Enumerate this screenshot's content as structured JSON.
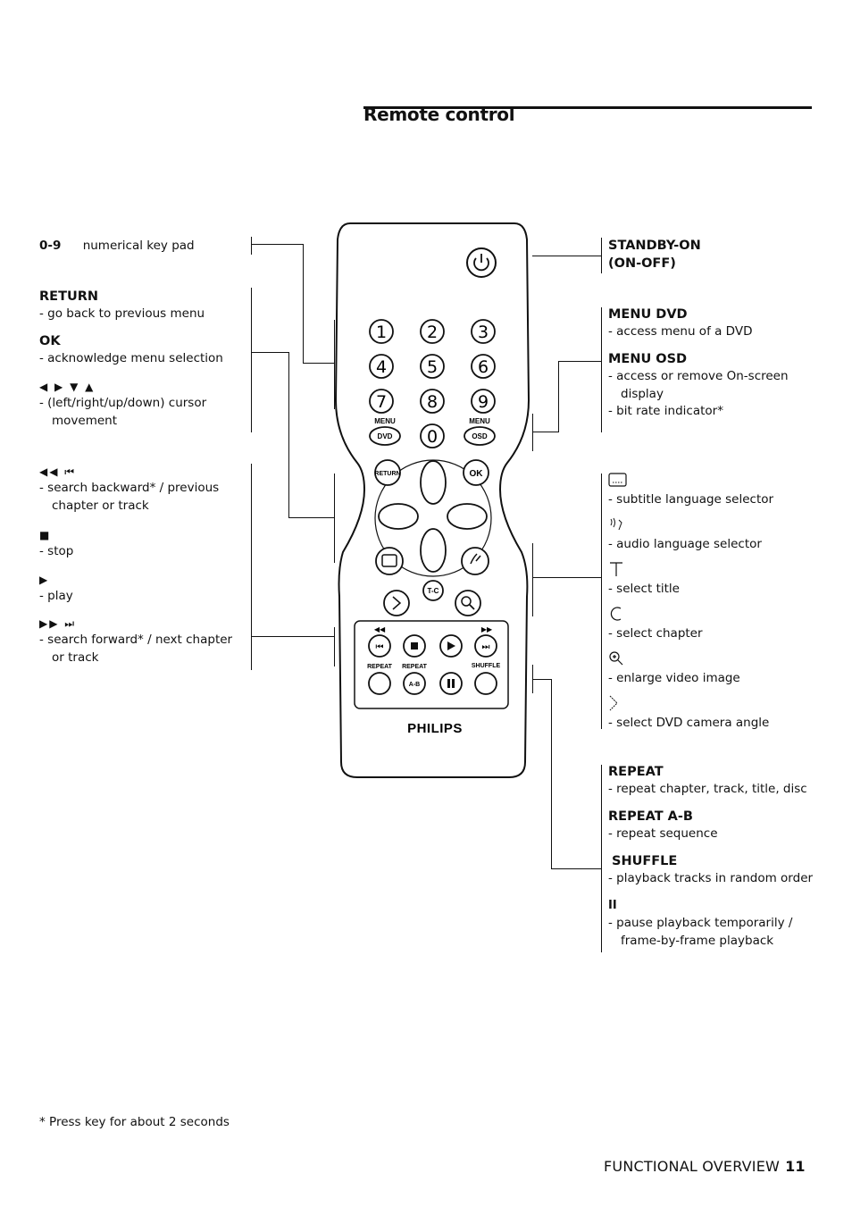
{
  "page": {
    "title": "Remote control",
    "footnote": "* Press key for about 2 seconds",
    "footer_section": "FUNCTIONAL OVERVIEW",
    "footer_page": "11"
  },
  "left": {
    "keypad_key": "0-9",
    "keypad_desc": "numerical key pad",
    "return_title": "RETURN",
    "return_desc": "-  go back to previous menu",
    "ok_title": "OK",
    "ok_desc": "-  acknowledge menu selection",
    "cursor_symbols": "◀ ▶ ▼ ▲",
    "cursor_desc": "-  (left/right/up/down) cursor movement",
    "back_symbols": "◀◀  ⏮",
    "back_desc": "-  search backward* / previous chapter or track",
    "stop_symbol": "■",
    "stop_desc": "-  stop",
    "play_symbol": "▶",
    "play_desc": "-  play",
    "fwd_symbols": "▶▶  ⏭",
    "fwd_desc": "-  search forward* /  next chapter or track"
  },
  "right": {
    "standby_title": "STANDBY-ON",
    "standby_sub": "(ON-OFF)",
    "menu_dvd_title": "MENU DVD",
    "menu_dvd_desc": "- access menu of a DVD",
    "menu_osd_title": "MENU OSD",
    "menu_osd_desc1": "- access or remove On-screen display",
    "menu_osd_desc2": "- bit rate indicator*",
    "subtitle_desc": "- subtitle language selector",
    "audio_desc": "- audio language selector",
    "title_desc": "- select title",
    "chapter_desc": "- select chapter",
    "zoom_desc": "- enlarge video image",
    "angle_desc": "- select DVD camera angle",
    "repeat_title": "REPEAT",
    "repeat_desc": "- repeat chapter, track, title, disc",
    "repeat_ab_title": "REPEAT A-B",
    "repeat_ab_desc": "- repeat sequence",
    "shuffle_title": "SHUFFLE",
    "shuffle_desc": "- playback tracks in random order",
    "pause_symbol": "II",
    "pause_desc": "- pause playback temporarily / frame-by-frame playback"
  },
  "remote": {
    "digits": [
      "1",
      "2",
      "3",
      "4",
      "5",
      "6",
      "7",
      "8",
      "9",
      "0"
    ],
    "menu_label": "MENU",
    "dvd_label": "DVD",
    "osd_label": "OSD",
    "return_label": "RETURN",
    "ok_label": "OK",
    "tc_label": "T-C",
    "repeat_label": "REPEAT",
    "shuffle_label": "SHUFFLE",
    "ab_label": "A-B",
    "brand": "PHILIPS"
  }
}
